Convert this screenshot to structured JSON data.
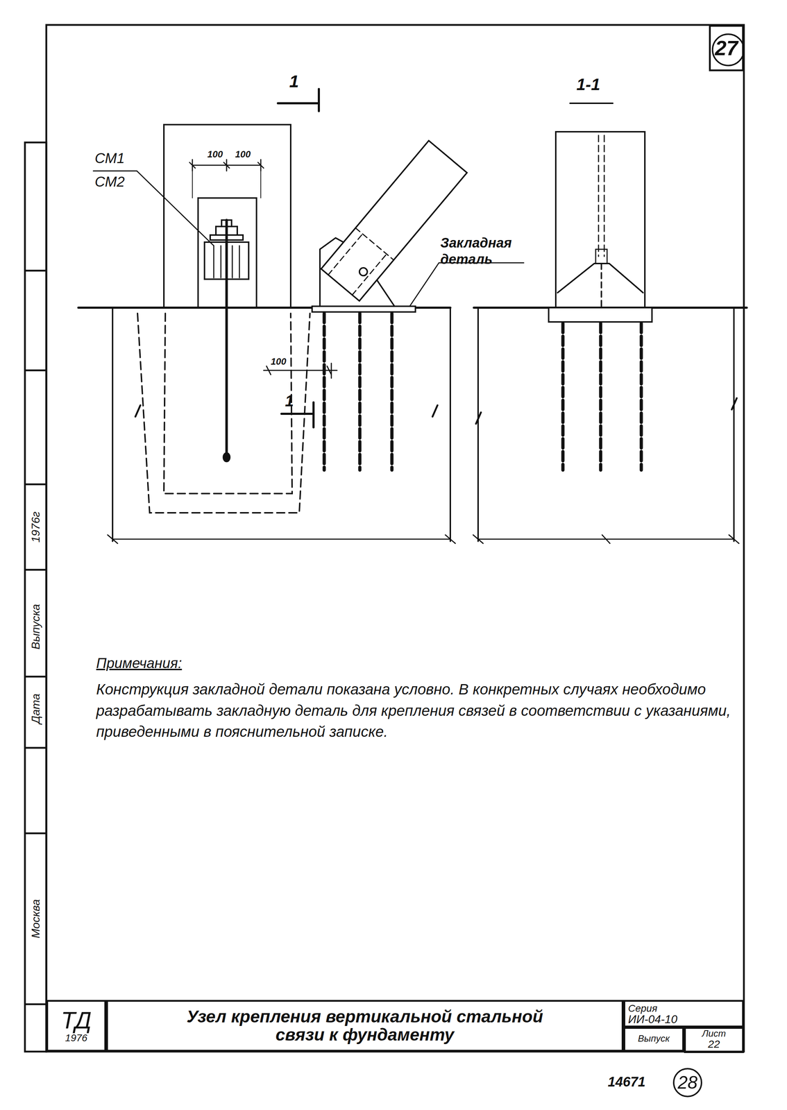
{
  "diagram": {
    "nodes": [
      {
        "text": [
          "27"
        ]
      },
      {
        "text": [
          "ТД",
          "1976"
        ]
      },
      {
        "text": [
          "Узел крепления вертикальной стальной связи к фундаменту"
        ]
      },
      {
        "text": [
          "Серия",
          "ИИ-04-10"
        ]
      },
      {
        "text": [
          "Выпуск"
        ]
      },
      {
        "text": [
          "Лист",
          "22"
        ]
      },
      {
        "text": [
          "28"
        ]
      }
    ],
    "labels": [
      "1",
      "1-1",
      "СМ1",
      "СМ2",
      "100",
      "100",
      "Закладная деталь",
      "100",
      "1",
      "Примечания:",
      "Конструкция закладной детали показана условно. В конкретных случаях необходимо разрабатывать закладную деталь для крепления связей в соответствии с указаниями, приведенными в пояснительной записке.",
      "14671",
      "Москва",
      "Дата",
      "Выпуска",
      "1976г"
    ]
  }
}
